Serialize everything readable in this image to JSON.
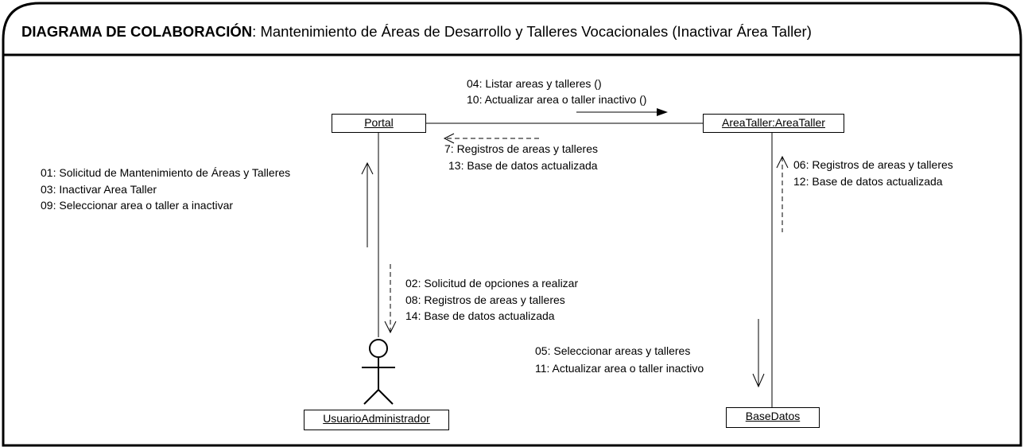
{
  "title": {
    "bold": "DIAGRAMA DE COLABORACIÓN",
    "rest": ": Mantenimiento de Áreas de Desarrollo y Talleres Vocacionales (Inactivar Área Taller)"
  },
  "objects": {
    "portal": "Portal",
    "areataller": "AreaTaller:AreaTaller",
    "basedatos": "BaseDatos",
    "actor": "UsuarioAdministrador"
  },
  "messages": {
    "portal_to_areataller": [
      "04: Listar areas y talleres ()",
      "10: Actualizar area o taller inactivo ()"
    ],
    "areataller_to_portal": [
      "7: Registros de areas y talleres",
      "13: Base de datos actualizada"
    ],
    "actor_to_portal": [
      "01: Solicitud de Mantenimiento de Áreas y Talleres",
      "03: Inactivar Area Taller",
      "09: Seleccionar area o taller a inactivar"
    ],
    "portal_to_actor": [
      "02: Solicitud de opciones a realizar",
      "08: Registros de areas y talleres",
      "14: Base de datos actualizada"
    ],
    "basedatos_to_areataller": [
      "06: Registros de areas y talleres",
      "12: Base de datos actualizada"
    ],
    "areataller_to_basedatos": [
      "05: Seleccionar areas y talleres",
      "11: Actualizar area o taller inactivo"
    ]
  }
}
